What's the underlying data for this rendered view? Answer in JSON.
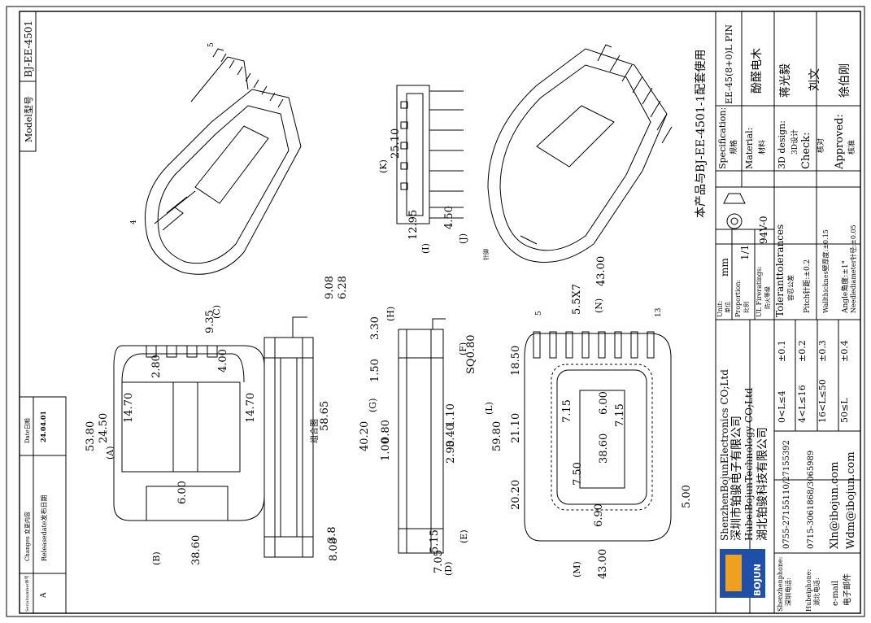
{
  "model": {
    "label": "Model型号",
    "value": "BJ-EE-4501"
  },
  "changes": {
    "header_no": "Serialnumber序号",
    "header_changes": "Changes 变更内容",
    "header_date": "Date日期",
    "row_no": "A",
    "row_change": "Releasedate发布日期",
    "row_date": "24.04.01"
  },
  "notes": {
    "assembly": "组合图",
    "pair_note": "本产品与BJ-EE-4501-1配套使用",
    "pin_label": "针脚"
  },
  "pins": {
    "p5": "5",
    "p4": "4",
    "p13": "13"
  },
  "dims": {
    "A": "(A)",
    "A_val": "24.50",
    "B": "(B)",
    "B_val": "38.60",
    "C": "(C)",
    "C_val": "9.35",
    "D": "(D)",
    "D_val": "7.05",
    "E": "(E)",
    "E_val": "5.15",
    "F": "(F)",
    "F_val": "SQ0.80",
    "G": "(G)",
    "G_val": "40.20",
    "H": "(H)",
    "H_val": "3.30",
    "I": "(I)",
    "I_val": "12.95",
    "J": "(J)",
    "J_val": "4.50",
    "K": "(K)",
    "K_val": "25.10",
    "L": "(L)",
    "L_val": "59.80",
    "M": "(M)",
    "M_val": "43.00",
    "N": "(N)",
    "N_val": "5.5X7",
    "d53_80": "53.80",
    "d14_70a": "14.70",
    "d14_70b": "14.70",
    "d2_80": "2.80",
    "d4_00": "4.00",
    "d6_00": "6.00",
    "d9_08": "9.08",
    "d6_28": "6.28",
    "d58_65": "58.65",
    "d3_8": "3.8",
    "d8_08": "8.08",
    "d1_50": "1.50",
    "d0_80": "0.80",
    "d1_00": "1.00",
    "d1_10": "1.10",
    "d3_40": "3.40",
    "d2_90": "2.90",
    "d18_50": "18.50",
    "d21_10": "21.10",
    "d20_20": "20.20",
    "d43_top": "43.00",
    "d7_15a": "7.15",
    "d7_15b": "7.15",
    "d6_00b": "6.00",
    "d38_60b": "38.60",
    "d7_50": "7.50",
    "d6_90": "6.90",
    "d5_00": "5.00"
  },
  "company": {
    "en1": "ShenzhenBojunElectronics CO;Ltd",
    "cn1": "深圳市铂骏电子有限公司",
    "en2": "HubeiBojunTechnology CO;Ltd",
    "cn2": "湖北铂骏科技有限公司",
    "logo_text": "BOJUN",
    "sz_phone_label": "Shenzhenphone:",
    "sz_phone_label_cn": "深圳电话:",
    "sz_phone": "0755-27155110/27155392",
    "hb_phone_label": "Hubeiphone:",
    "hb_phone_label_cn": "湖北电话:",
    "hb_phone": "0715-3061868/3065989",
    "email_label": "e-mail",
    "email_label_cn": "电子邮件",
    "email1": "Xln@ibojun.com",
    "email2": "Wdm@ibojun.com"
  },
  "tolerance": {
    "title": "Toleranttolerances",
    "title_cn": "容忍公差",
    "r1": "0<L≤4",
    "r1v": "±0.1",
    "r2": "4<L≤16",
    "r2v": "±0.2",
    "r3": "16<L≤50",
    "r3v": "±0.3",
    "r4": "50≤L",
    "r4v": "±0.4",
    "pitch": "Pitch针距:±0.2",
    "wall": "Wallthicknes壁厚度:±0.15",
    "angle": "Angle角度:±1°",
    "needle": "Needlediameter针径:±0.05"
  },
  "info": {
    "unit_label": "Unit:",
    "unit_label_cn": "单位",
    "unit": "mm",
    "proportion_label": "Proportion:",
    "proportion_label_cn": "比例",
    "proportion": "1/1",
    "ul_label": "UL Fireratings:",
    "ul_label_cn": "防火等级",
    "ul": "94V-0",
    "spec_label": "Specification:",
    "spec_label_cn": "规格",
    "spec": "EE-45(8+0)L PIN",
    "material_label": "Material:",
    "material_label_cn": "材料",
    "material": "酚醛电木",
    "design_label": "3D design:",
    "design_label_cn": "3D设计",
    "design": "蒋光毅",
    "check_label": "Check:",
    "check_label_cn": "核对",
    "check": "刘文",
    "approved_label": "Approved:",
    "approved_label_cn": "核准",
    "approved": "徐伯刚"
  }
}
